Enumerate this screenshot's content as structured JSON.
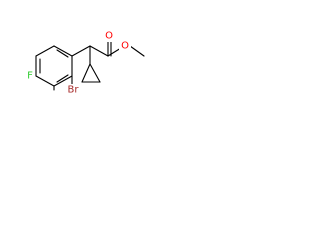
{
  "atoms": {
    "fluorine": {
      "label": "F",
      "color": "#33CC33"
    },
    "bromine": {
      "label": "Br",
      "color": "#A62929"
    },
    "carbonyl_oxygen": {
      "label": "O",
      "color": "#FF0000"
    },
    "ester_oxygen": {
      "label": "O",
      "color": "#FF0000"
    }
  },
  "bond_color": "#000000",
  "background": "#ffffff"
}
